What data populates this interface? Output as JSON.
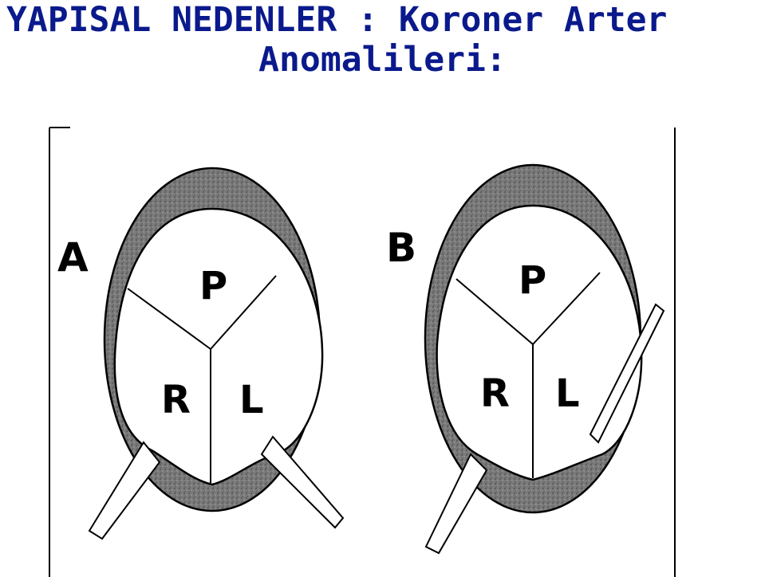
{
  "title": {
    "line1": "YAPISAL NEDENLER : Koroner Arter",
    "line2": "Anomalileri:"
  },
  "diagram": {
    "panels": [
      {
        "label": "A",
        "cusps": {
          "posterior": "P",
          "right": "R",
          "left": "L"
        }
      },
      {
        "label": "B",
        "cusps": {
          "posterior": "P",
          "right": "R",
          "left": "L"
        }
      }
    ]
  },
  "colors": {
    "title": "#0a1a8c",
    "wall_fill": "#6f6f6f",
    "line": "#000000"
  }
}
